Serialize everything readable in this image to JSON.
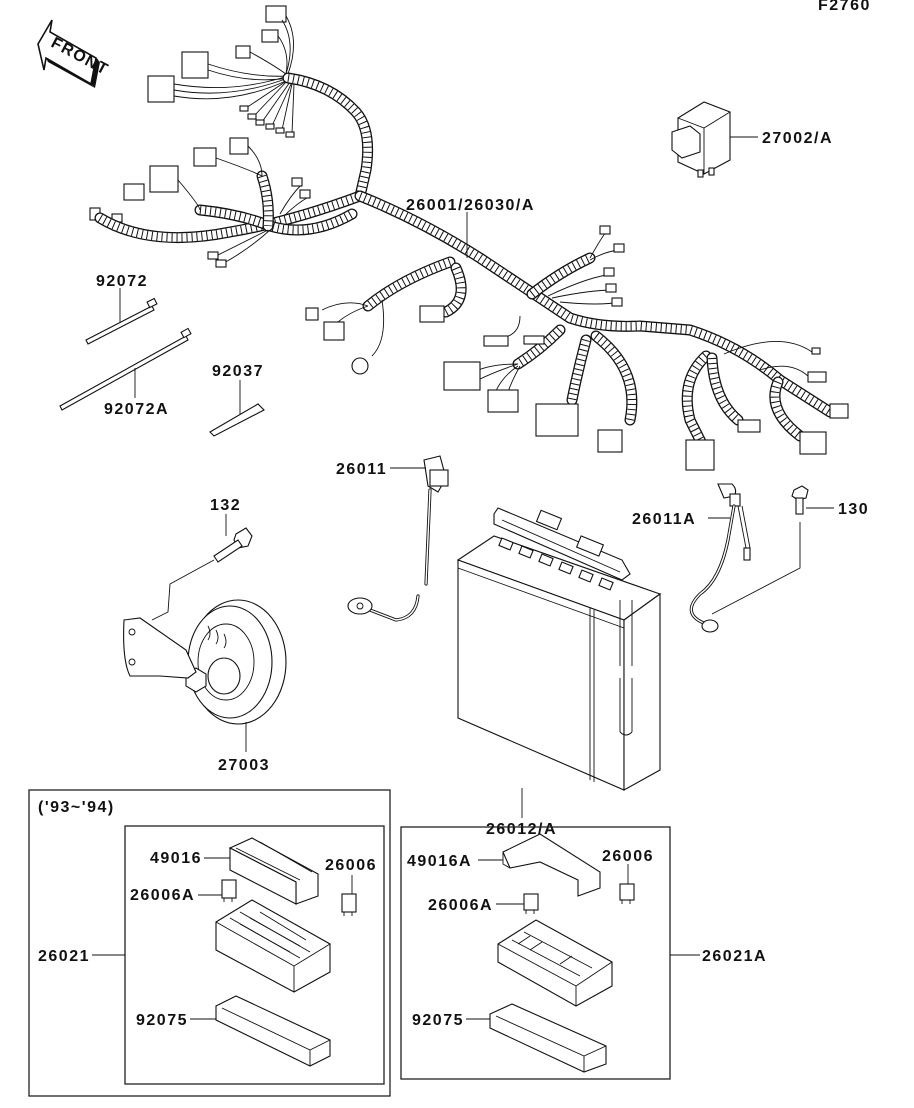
{
  "diagram": {
    "figure_code": "F2760",
    "front_indicator": "FRONT",
    "callouts": {
      "relay": "27002/A",
      "main_harness": "26001/26030/A",
      "band_short": "92072",
      "band_long": "92072A",
      "clamp": "92037",
      "battery_lead_neg": "26011",
      "battery_lead_pos": "26011A",
      "bolt_battery": "130",
      "bolt_horn": "132",
      "horn": "27003",
      "battery": "26012/A"
    },
    "fuse_box_early": {
      "year_range": "('93~'94)",
      "assembly": "26021",
      "cover": "49016",
      "fuse": "26006",
      "fuse_alt": "26006A",
      "lower_cover": "92075"
    },
    "fuse_box_late": {
      "assembly": "26021A",
      "cover": "49016A",
      "fuse": "26006",
      "fuse_alt": "26006A",
      "lower_cover": "92075"
    }
  }
}
